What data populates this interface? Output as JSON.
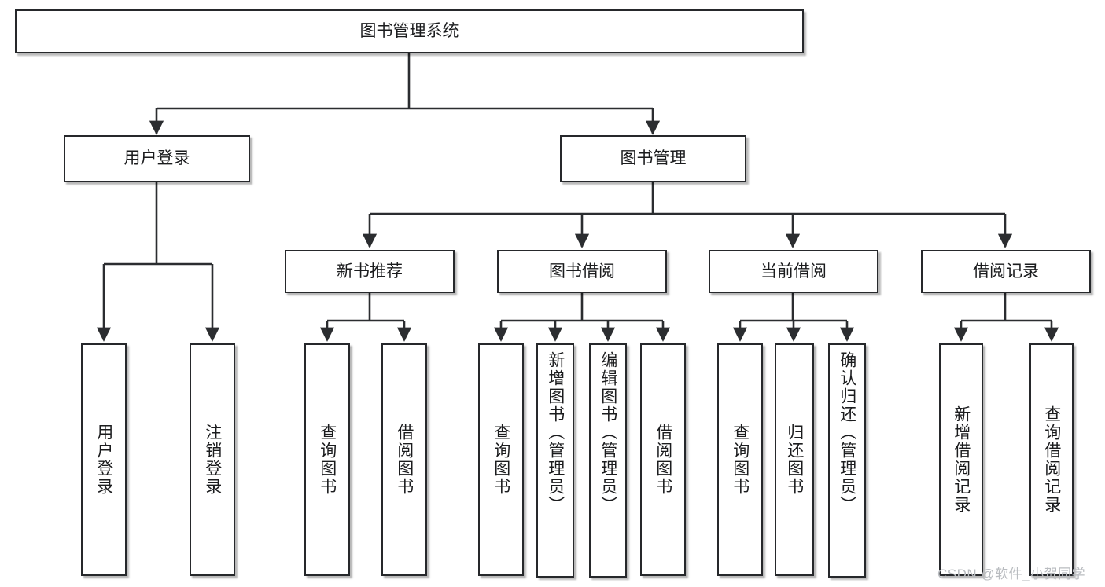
{
  "diagram": {
    "type": "tree-hierarchy",
    "title": "图书管理系统",
    "watermark": "CSDN @软件_小贺同学",
    "colors": {
      "box_border": "#26282b",
      "box_fill": "#ffffff",
      "connector": "#2b2d30",
      "text": "#1b1c1e",
      "watermark": "#b9bcc0",
      "background": "#ffffff"
    },
    "nodes": {
      "root": {
        "label": "图书管理系统"
      },
      "level2": [
        {
          "label": "用户登录"
        },
        {
          "label": "图书管理"
        }
      ],
      "level3": [
        {
          "label": "新书推荐"
        },
        {
          "label": "图书借阅"
        },
        {
          "label": "当前借阅"
        },
        {
          "label": "借阅记录"
        }
      ],
      "leaves": {
        "user_login": [
          {
            "label": "用户登录"
          },
          {
            "label": "注销登录"
          }
        ],
        "new_book_recommend": [
          {
            "label": "查询图书"
          },
          {
            "label": "借阅图书"
          }
        ],
        "book_borrow": [
          {
            "label": "查询图书"
          },
          {
            "label": "新增图书（管理员）"
          },
          {
            "label": "编辑图书（管理员）"
          },
          {
            "label": "借阅图书"
          }
        ],
        "current_borrow": [
          {
            "label": "查询图书"
          },
          {
            "label": "归还图书"
          },
          {
            "label": "确认归还（管理员）"
          }
        ],
        "borrow_record": [
          {
            "label": "新增借阅记录"
          },
          {
            "label": "查询借阅记录"
          }
        ]
      }
    }
  }
}
